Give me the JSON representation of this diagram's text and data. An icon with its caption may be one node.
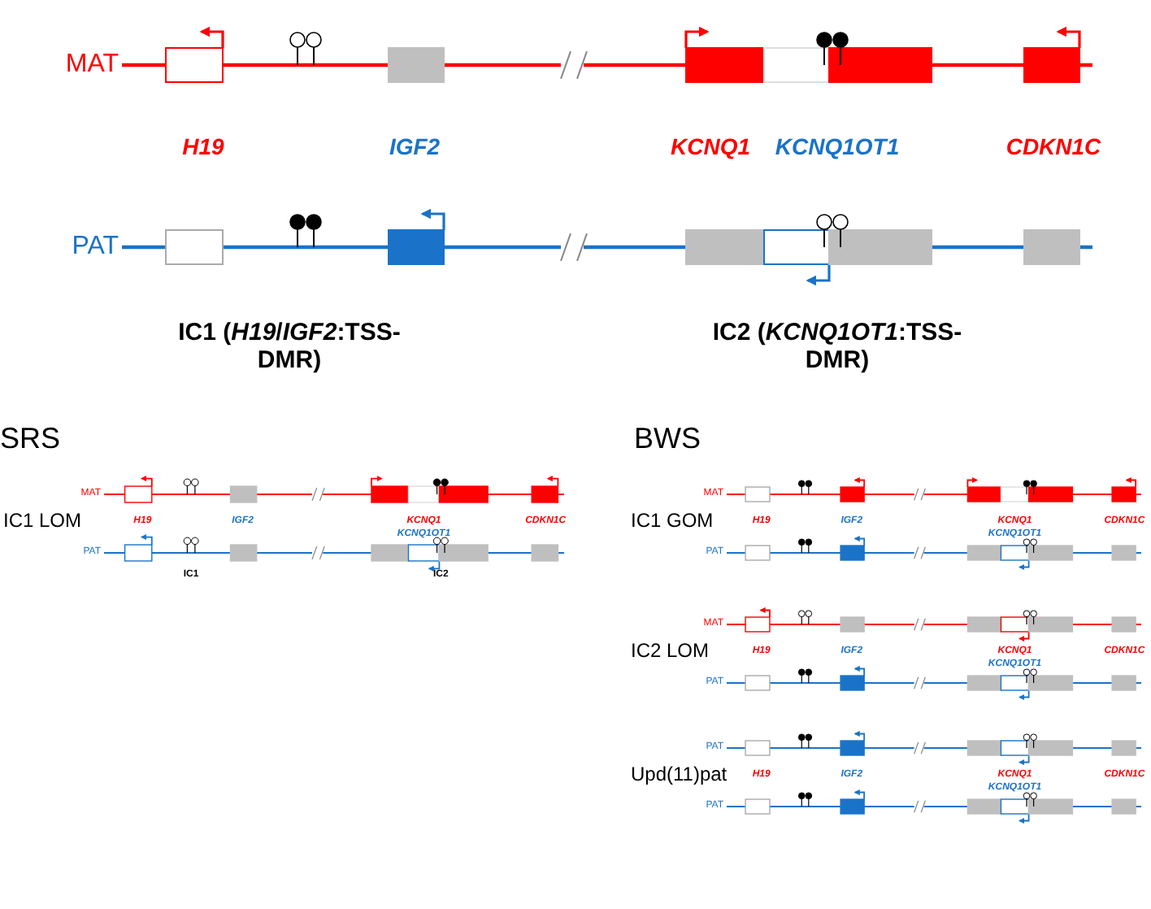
{
  "diagram": {
    "labels": [
      "MAT",
      "H19",
      "IGF2",
      "KCNQ1",
      "KCNQ1OT1",
      "CDKN1C",
      "PAT",
      "IC1 (*H19*/*IGF2*:TSS-DMR)",
      "IC2 (*KCNQ1OT1*:TSS-DMR)",
      "SRS",
      "IC1 LOM",
      "MAT",
      "H19",
      "IGF2",
      "KCNQ1",
      "KCNQ1OT1",
      "CDKN1C",
      "PAT",
      "IC1",
      "IC2",
      "BWS",
      "IC1 GOM",
      "MAT",
      "H19",
      "IGF2",
      "KCNQ1",
      "KCNQ1OT1",
      "CDKN1C",
      "PAT",
      "IC2 LOM",
      "MAT",
      "H19",
      "IGF2",
      "KCNQ1",
      "KCNQ1OT1",
      "CDKN1C",
      "PAT",
      "Upd(11)pat",
      "PAT",
      "H19",
      "IGF2",
      "KCNQ1",
      "KCNQ1OT1",
      "CDKN1C",
      "PAT"
    ]
  }
}
